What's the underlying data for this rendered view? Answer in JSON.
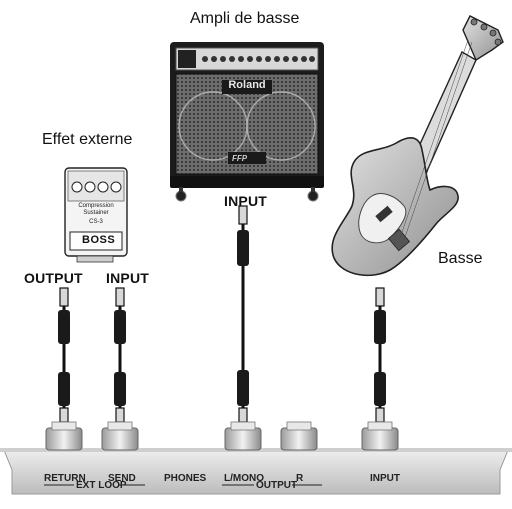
{
  "title_amp": "Ampli de basse",
  "title_effect": "Effet externe",
  "title_bass": "Basse",
  "amp_input": "INPUT",
  "effect_output": "OUTPUT",
  "effect_input": "INPUT",
  "amp_brand": "Roland",
  "effect_brand": "BOSS",
  "effect_name": "Compression Sustainer",
  "effect_model": "CS-3",
  "unit_jacks": {
    "return": "RETURN",
    "send": "SEND",
    "ext_loop": "EXT LOOP",
    "phones": "PHONES",
    "l_mono": "L/MONO",
    "r": "R",
    "output": "OUTPUT",
    "input": "INPUT"
  },
  "colors": {
    "ink": "#111111",
    "panel": "#d9d9d9",
    "amp_body": "#1c1c1c",
    "amp_grille": "#8a8a8a",
    "bass_body": "#bdbdbd"
  }
}
